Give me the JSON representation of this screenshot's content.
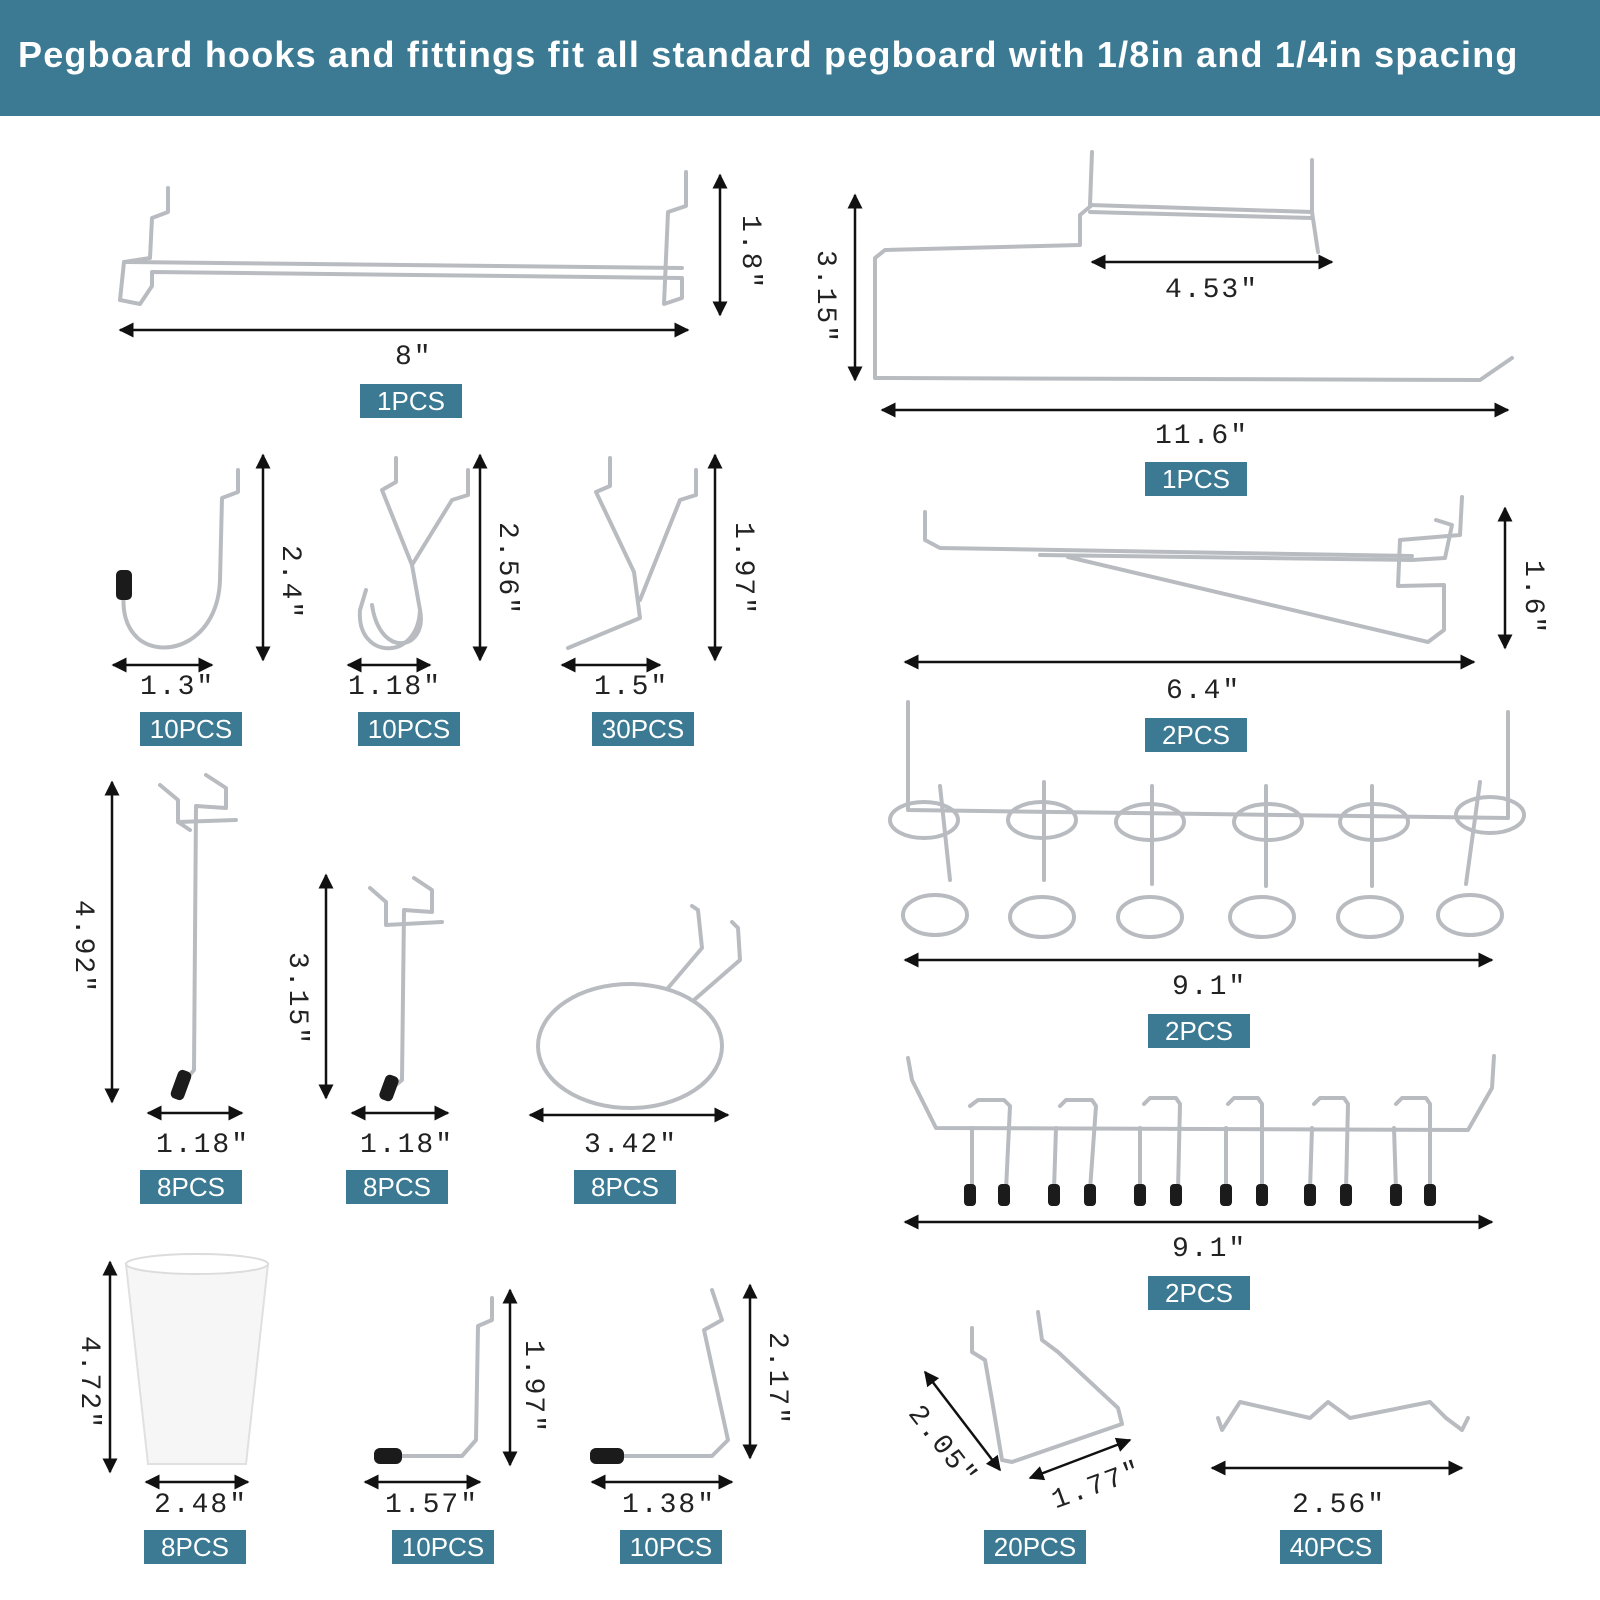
{
  "header": {
    "title": "Pegboard hooks and fittings fit all standard pegboard with 1/8in and 1/4in spacing"
  },
  "colors": {
    "banner": "#3c7a93",
    "badge": "#3c7a93",
    "metal": "#b8bcc0",
    "cap": "#1b1b1b"
  },
  "items": [
    {
      "id": "straight-bar-hook",
      "width": "8\"",
      "height": "1.8\"",
      "qty": "1PCS"
    },
    {
      "id": "paper-towel-holder",
      "width": "11.6\"",
      "inner": "4.53\"",
      "height": "3.15\"",
      "qty": "1PCS"
    },
    {
      "id": "j-hook",
      "width": "1.3\"",
      "height": "2.4\"",
      "qty": "10PCS"
    },
    {
      "id": "double-curved-hook",
      "width": "1.18\"",
      "height": "2.56\"",
      "qty": "10PCS"
    },
    {
      "id": "v-hook",
      "width": "1.5\"",
      "height": "1.97\"",
      "qty": "30PCS"
    },
    {
      "id": "shelf-bracket",
      "width": "6.4\"",
      "height": "1.6\"",
      "qty": "2PCS"
    },
    {
      "id": "ring-rack",
      "width": "9.1\"",
      "qty": "2PCS"
    },
    {
      "id": "long-straight-hook",
      "width": "1.18\"",
      "height": "4.92\"",
      "qty": "8PCS"
    },
    {
      "id": "short-straight-hook",
      "width": "1.18\"",
      "height": "3.15\"",
      "qty": "8PCS"
    },
    {
      "id": "ring-holder",
      "width": "3.42\"",
      "qty": "8PCS"
    },
    {
      "id": "multi-prong-rack",
      "width": "9.1\"",
      "qty": "2PCS"
    },
    {
      "id": "plastic-cup",
      "width": "2.48\"",
      "height": "4.72\"",
      "qty": "8PCS"
    },
    {
      "id": "l-hook-small",
      "width": "1.57\"",
      "height": "1.97\"",
      "qty": "10PCS"
    },
    {
      "id": "l-hook-large",
      "width": "1.38\"",
      "height": "2.17\"",
      "qty": "10PCS"
    },
    {
      "id": "u-hook",
      "width": "1.77\"",
      "diag": "2.05\"",
      "qty": "20PCS"
    },
    {
      "id": "lock-clip",
      "width": "2.56\"",
      "qty": "40PCS"
    }
  ]
}
